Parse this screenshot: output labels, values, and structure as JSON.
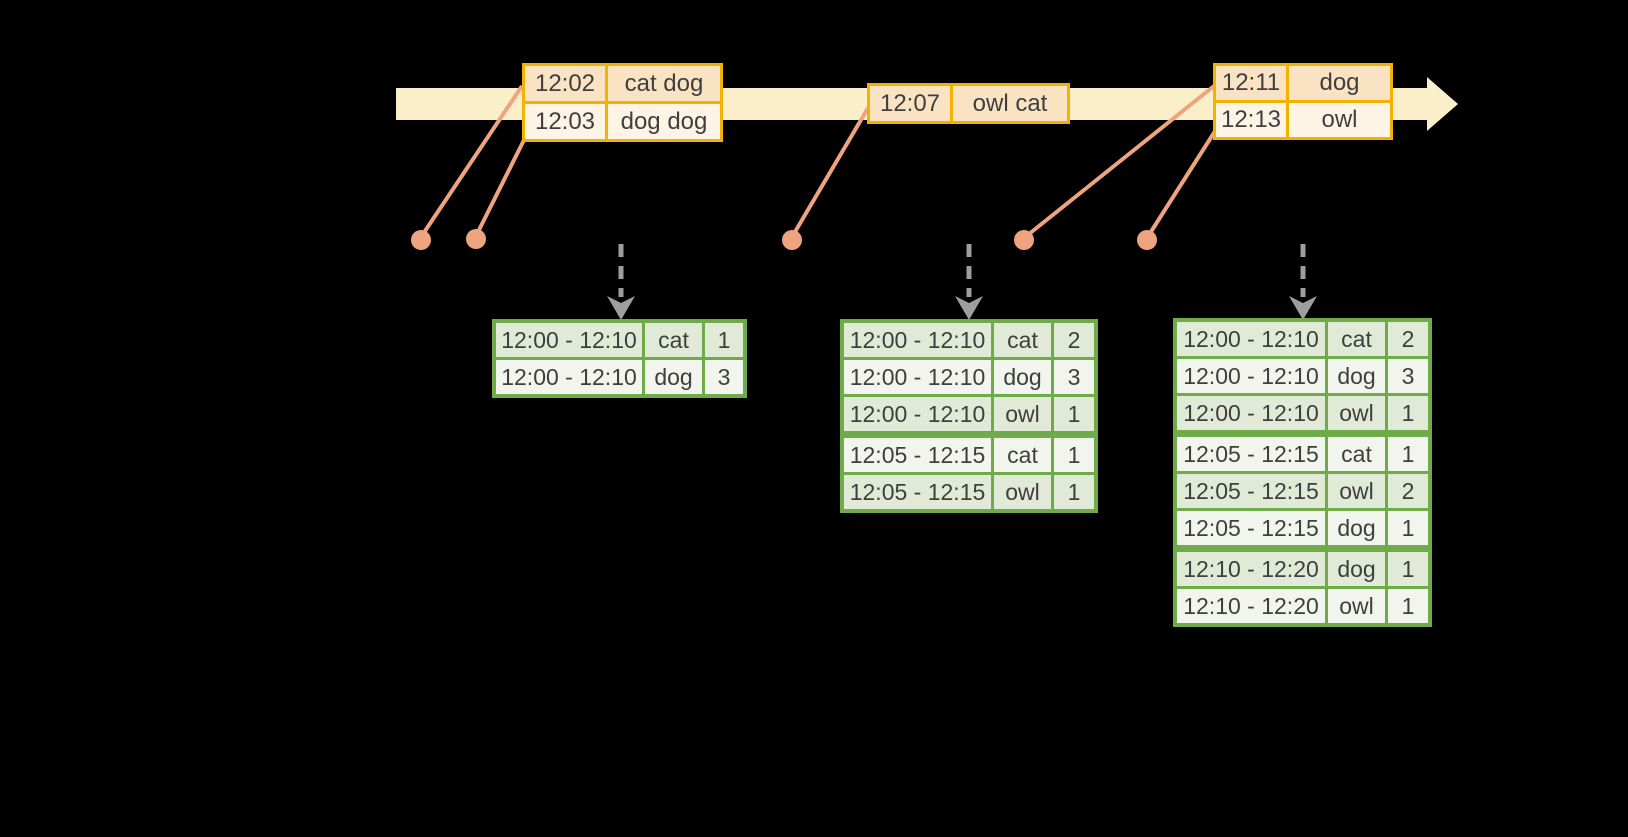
{
  "colors": {
    "background": "#000000",
    "timeline_fill": "#FAEFC8",
    "event_table_border": "#F2B202",
    "event_row_peach": "#FAE3C2",
    "event_row_cream": "#FDF4E6",
    "connector_salmon": "#EEA47E",
    "result_table_border": "#6FAC49",
    "result_row_dark": "#E0EAD6",
    "result_row_light": "#F1F5ED",
    "trigger_arrow_gray": "#9E9E9E",
    "text": "#3F3F3F"
  },
  "event_tables": [
    {
      "rows": [
        [
          "12:02",
          "cat dog"
        ],
        [
          "12:03",
          "dog dog"
        ]
      ]
    },
    {
      "rows": [
        [
          "12:07",
          "owl cat"
        ]
      ]
    },
    {
      "rows": [
        [
          "12:11",
          "dog"
        ],
        [
          "12:13",
          "owl"
        ]
      ]
    }
  ],
  "result_tables": [
    {
      "rows": [
        [
          "12:00 - 12:10",
          "cat",
          "1"
        ],
        [
          "12:00 - 12:10",
          "dog",
          "3"
        ]
      ],
      "group_breaks": []
    },
    {
      "rows": [
        [
          "12:00 - 12:10",
          "cat",
          "2"
        ],
        [
          "12:00 - 12:10",
          "dog",
          "3"
        ],
        [
          "12:00 - 12:10",
          "owl",
          "1"
        ],
        [
          "12:05 - 12:15",
          "cat",
          "1"
        ],
        [
          "12:05 - 12:15",
          "owl",
          "1"
        ]
      ],
      "group_breaks": [
        2
      ]
    },
    {
      "rows": [
        [
          "12:00 - 12:10",
          "cat",
          "2"
        ],
        [
          "12:00 - 12:10",
          "dog",
          "3"
        ],
        [
          "12:00 - 12:10",
          "owl",
          "1"
        ],
        [
          "12:05 - 12:15",
          "cat",
          "1"
        ],
        [
          "12:05 - 12:15",
          "owl",
          "2"
        ],
        [
          "12:05 - 12:15",
          "dog",
          "1"
        ],
        [
          "12:10 - 12:20",
          "dog",
          "1"
        ],
        [
          "12:10 - 12:20",
          "owl",
          "1"
        ]
      ],
      "group_breaks": [
        2,
        5
      ]
    }
  ]
}
